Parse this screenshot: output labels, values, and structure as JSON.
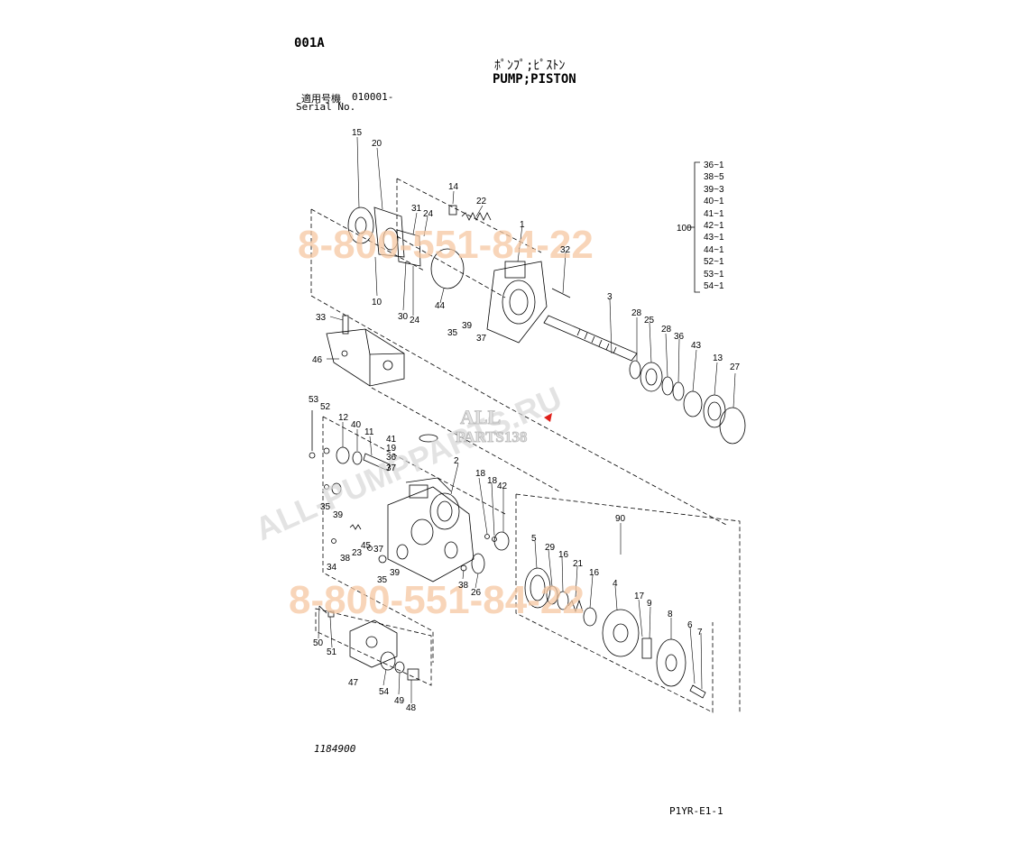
{
  "header": {
    "page_code": "001A",
    "title_jp": "ﾎﾟﾝﾌﾟ;ﾋﾟｽﾄﾝ",
    "title_en": "PUMP;PISTON",
    "serial_label_jp": "適用号機",
    "serial_value": "010001-",
    "serial_label_en": "Serial No."
  },
  "footer": {
    "drawing_number": "1184900",
    "page_ref": "P1YR-E1-1"
  },
  "kit": {
    "number": "100",
    "items": [
      "36~1",
      "38~5",
      "39~3",
      "40~1",
      "41~1",
      "42~1",
      "43~1",
      "44~1",
      "52~1",
      "53~1",
      "54~1"
    ]
  },
  "callouts": [
    {
      "id": "c15",
      "label": "15"
    },
    {
      "id": "c20",
      "label": "20"
    },
    {
      "id": "c14",
      "label": "14"
    },
    {
      "id": "c22",
      "label": "22"
    },
    {
      "id": "c31",
      "label": "31"
    },
    {
      "id": "c24a",
      "label": "24"
    },
    {
      "id": "c1",
      "label": "1"
    },
    {
      "id": "c32",
      "label": "32"
    },
    {
      "id": "c10",
      "label": "10"
    },
    {
      "id": "c30",
      "label": "30"
    },
    {
      "id": "c24b",
      "label": "24"
    },
    {
      "id": "c44",
      "label": "44"
    },
    {
      "id": "c39a",
      "label": "39"
    },
    {
      "id": "c35a",
      "label": "35"
    },
    {
      "id": "c37a",
      "label": "37"
    },
    {
      "id": "c3",
      "label": "3"
    },
    {
      "id": "c28a",
      "label": "28"
    },
    {
      "id": "c25",
      "label": "25"
    },
    {
      "id": "c28b",
      "label": "28"
    },
    {
      "id": "c36a",
      "label": "36"
    },
    {
      "id": "c43",
      "label": "43"
    },
    {
      "id": "c13",
      "label": "13"
    },
    {
      "id": "c27",
      "label": "27"
    },
    {
      "id": "c33",
      "label": "33"
    },
    {
      "id": "c46",
      "label": "46"
    },
    {
      "id": "c53",
      "label": "53"
    },
    {
      "id": "c52",
      "label": "52"
    },
    {
      "id": "c12",
      "label": "12"
    },
    {
      "id": "c40",
      "label": "40"
    },
    {
      "id": "c11",
      "label": "11"
    },
    {
      "id": "c41",
      "label": "41"
    },
    {
      "id": "c19",
      "label": "19"
    },
    {
      "id": "c36b",
      "label": "36"
    },
    {
      "id": "c37b",
      "label": "37"
    },
    {
      "id": "c2",
      "label": "2"
    },
    {
      "id": "c18a",
      "label": "18"
    },
    {
      "id": "c18b",
      "label": "18"
    },
    {
      "id": "c42",
      "label": "42"
    },
    {
      "id": "c35b",
      "label": "35"
    },
    {
      "id": "c39b",
      "label": "39"
    },
    {
      "id": "c90",
      "label": "90"
    },
    {
      "id": "c38a",
      "label": "38"
    },
    {
      "id": "c23",
      "label": "23"
    },
    {
      "id": "c45",
      "label": "45"
    },
    {
      "id": "c37c",
      "label": "37"
    },
    {
      "id": "c34",
      "label": "34"
    },
    {
      "id": "c39c",
      "label": "39"
    },
    {
      "id": "c35c",
      "label": "35"
    },
    {
      "id": "c38b",
      "label": "38"
    },
    {
      "id": "c26",
      "label": "26"
    },
    {
      "id": "c5",
      "label": "5"
    },
    {
      "id": "c29",
      "label": "29"
    },
    {
      "id": "c16a",
      "label": "16"
    },
    {
      "id": "c21",
      "label": "21"
    },
    {
      "id": "c16b",
      "label": "16"
    },
    {
      "id": "c4",
      "label": "4"
    },
    {
      "id": "c17",
      "label": "17"
    },
    {
      "id": "c9",
      "label": "9"
    },
    {
      "id": "c8",
      "label": "8"
    },
    {
      "id": "c6",
      "label": "6"
    },
    {
      "id": "c7",
      "label": "7"
    },
    {
      "id": "c50",
      "label": "50"
    },
    {
      "id": "c51",
      "label": "51"
    },
    {
      "id": "c47",
      "label": "47"
    },
    {
      "id": "c54",
      "label": "54"
    },
    {
      "id": "c49",
      "label": "49"
    },
    {
      "id": "c48",
      "label": "48"
    }
  ],
  "watermarks": {
    "phone": "8-800-551-84-22",
    "site": "ALL-PUMPPARTS.RU",
    "logo_top": "ALL",
    "logo_bottom": "PARTS138"
  },
  "colors": {
    "watermark_phone": "#f6c8a2",
    "watermark_site": "#d8d8d8",
    "marker": "#e0201a"
  }
}
